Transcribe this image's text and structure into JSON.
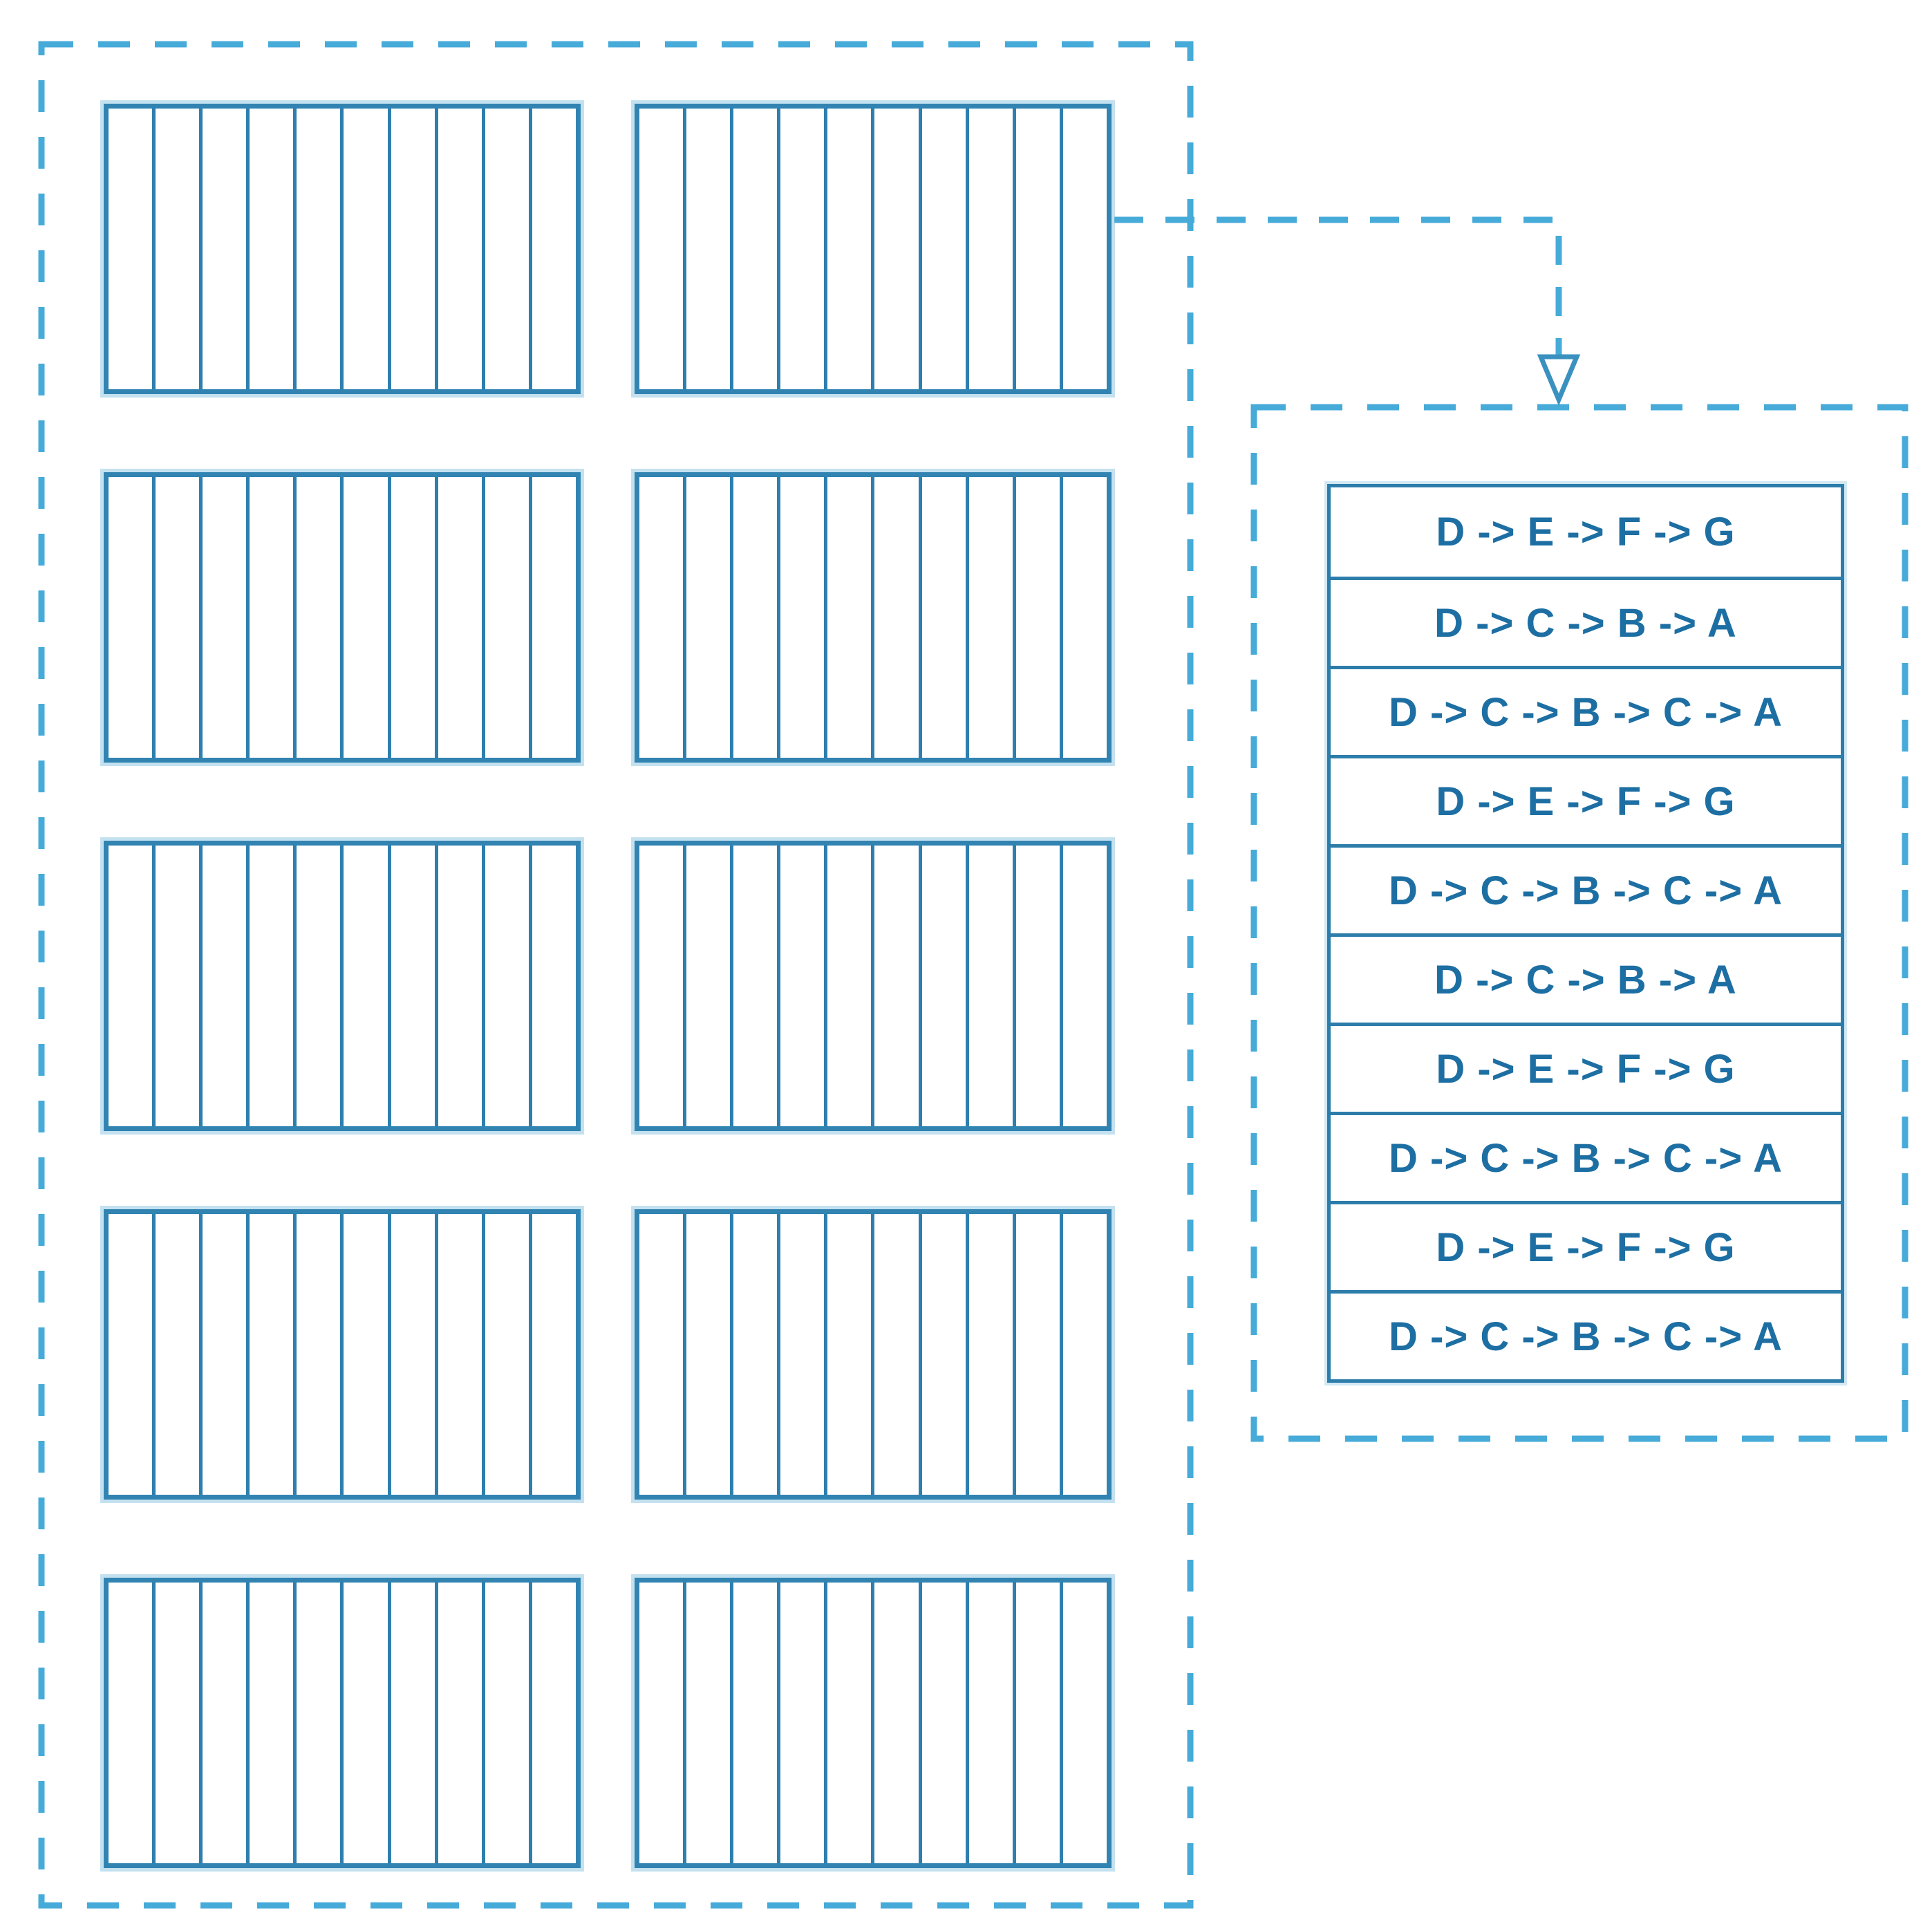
{
  "colors": {
    "dashed_border": "#47abd9",
    "block_stroke": "#3184b2",
    "stripe_line": "#2e7fae",
    "table_border": "#2d7dab",
    "text": "#1d6fa3",
    "background": "#ffffff"
  },
  "left_panel": {
    "block_rows": 5,
    "block_columns": 2,
    "stripes_per_block": 10
  },
  "connector": {
    "shape": "right-then-down",
    "arrowhead": "hollow-triangle-down"
  },
  "right_panel": {
    "paths": [
      "D -> E -> F -> G",
      "D -> C -> B -> A",
      "D -> C -> B -> C -> A",
      "D -> E -> F -> G",
      "D -> C -> B -> C -> A",
      "D -> C -> B -> A",
      "D -> E -> F -> G",
      "D -> C -> B -> C -> A",
      "D -> E -> F -> G",
      "D -> C -> B -> C -> A"
    ]
  }
}
